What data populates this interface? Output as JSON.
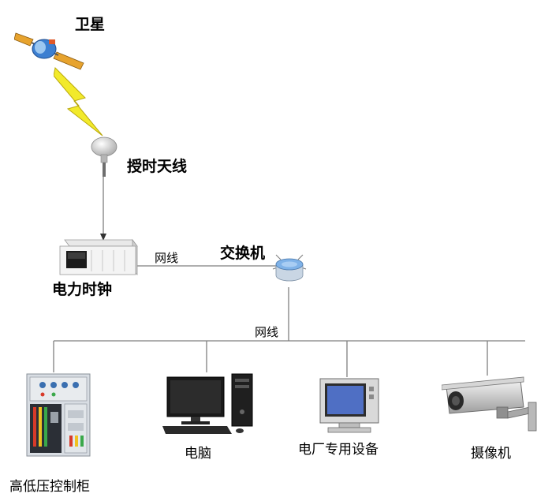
{
  "labels": {
    "satellite": "卫星",
    "antenna": "授时天线",
    "power_clock": "电力时钟",
    "switch": "交换机",
    "network_cable_top": "网线",
    "network_cable_mid": "网线",
    "computer": "电脑",
    "plant_equipment": "电厂专用设备",
    "camera": "摄像机",
    "control_cabinet": "高低压控制柜"
  },
  "colors": {
    "line": "#7f7f7f",
    "satellite_body": "#3c7fd1",
    "satellite_panel": "#e7a32e",
    "lightning": "#f2ea2b",
    "switch_top": "#7fb2e8",
    "screen_blue": "#4f6fc4"
  },
  "icons": {
    "satellite": "satellite-icon",
    "antenna": "gps-antenna-icon",
    "clock": "rack-clock-icon",
    "switch": "network-switch-icon",
    "computer": "desktop-computer-icon",
    "equipment": "crt-monitor-icon",
    "camera": "cctv-camera-icon",
    "cabinet": "switchgear-cabinet-icon"
  }
}
